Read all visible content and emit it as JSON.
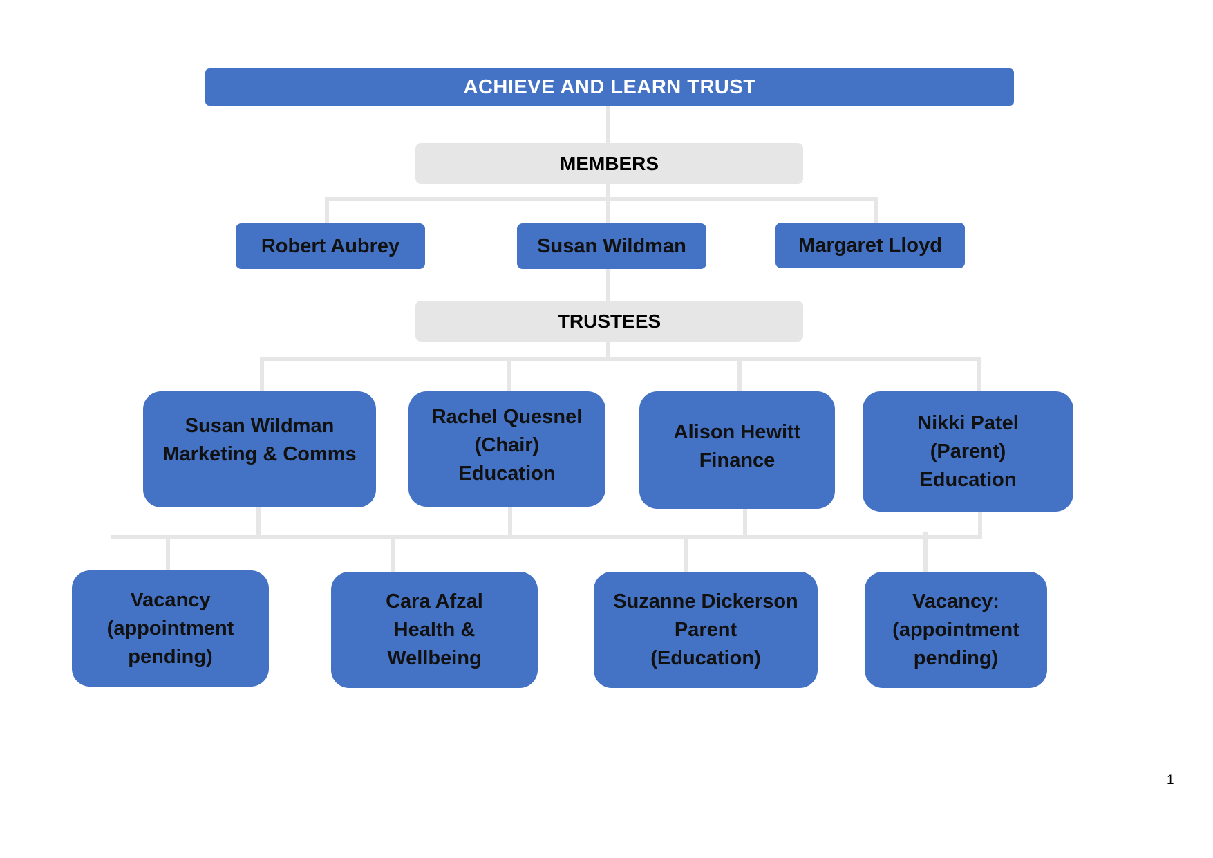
{
  "title": "ACHIEVE AND LEARN TRUST",
  "members": {
    "heading": "MEMBERS",
    "people": [
      "Robert Aubrey",
      "Susan Wildman",
      "Margaret Lloyd"
    ]
  },
  "trustees": {
    "heading": "TRUSTEES",
    "row1": [
      [
        "Susan Wildman",
        "Marketing & Comms"
      ],
      [
        "Rachel Quesnel",
        "(Chair)",
        "Education"
      ],
      [
        "Alison Hewitt",
        "Finance"
      ],
      [
        "Nikki Patel",
        "(Parent)",
        "Education"
      ]
    ],
    "row2": [
      [
        "Vacancy",
        "(appointment",
        "pending)"
      ],
      [
        "Cara Afzal",
        "Health &",
        "Wellbeing"
      ],
      [
        "Suzanne Dickerson",
        "Parent",
        "(Education)"
      ],
      [
        "Vacancy:",
        "(appointment",
        "pending)"
      ]
    ]
  },
  "page_number": "1",
  "colors": {
    "box_fill": "#4472c4",
    "section_fill": "#e6e6e6",
    "connector": "#e6e6e6"
  }
}
